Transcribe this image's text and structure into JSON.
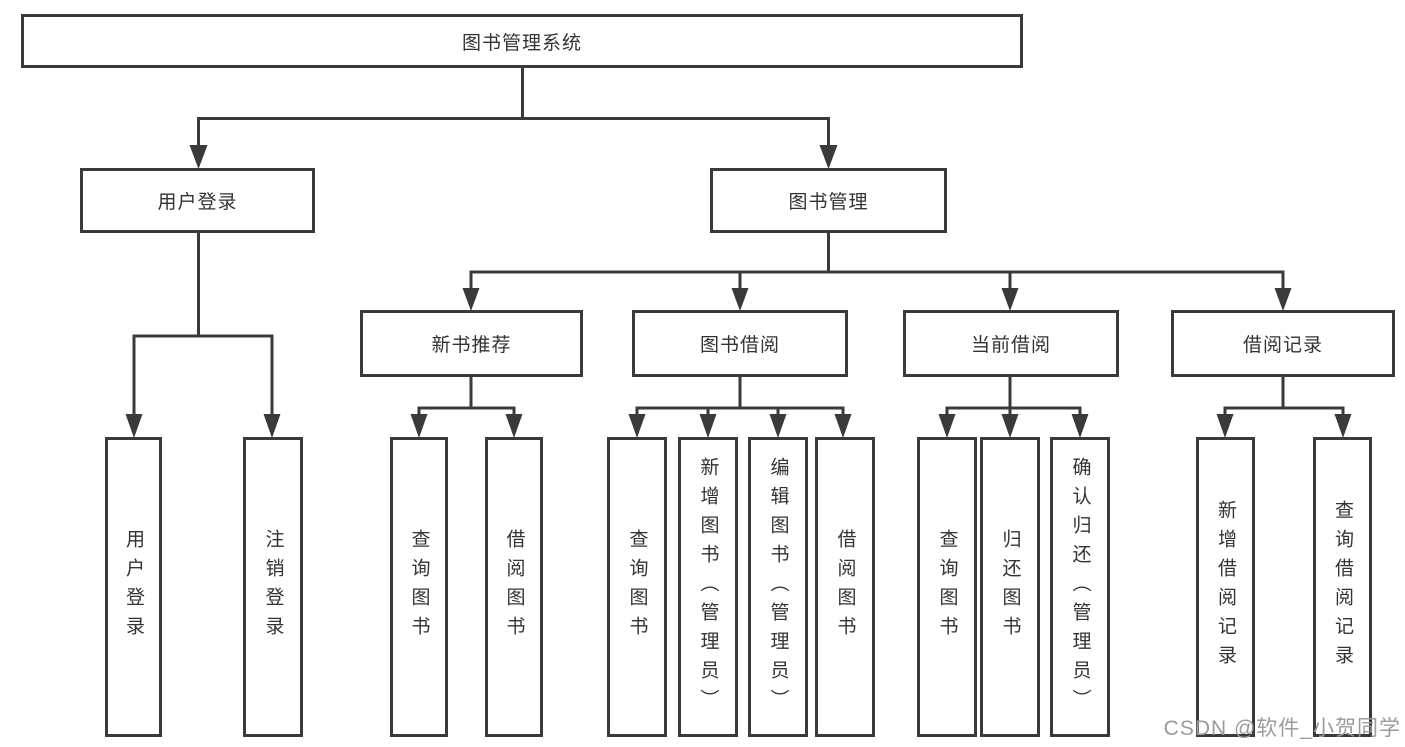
{
  "nodes": {
    "root": {
      "label": "图书管理系统"
    },
    "branches": [
      {
        "label": "用户登录",
        "children": [
          {
            "label": "用户登录"
          },
          {
            "label": "注销登录"
          }
        ]
      },
      {
        "label": "图书管理",
        "children": [
          {
            "label": "新书推荐",
            "children": [
              {
                "label": "查询图书"
              },
              {
                "label": "借阅图书"
              }
            ]
          },
          {
            "label": "图书借阅",
            "children": [
              {
                "label": "查询图书"
              },
              {
                "label": "新增图书（管理员）"
              },
              {
                "label": "编辑图书（管理员）"
              },
              {
                "label": "借阅图书"
              }
            ]
          },
          {
            "label": "当前借阅",
            "children": [
              {
                "label": "查询图书"
              },
              {
                "label": "归还图书"
              },
              {
                "label": "确认归还（管理员）"
              }
            ]
          },
          {
            "label": "借阅记录",
            "children": [
              {
                "label": "新增借阅记录"
              },
              {
                "label": "查询借阅记录"
              }
            ]
          }
        ]
      }
    ]
  },
  "watermark": {
    "text": "CSDN @软件_小贺同学"
  },
  "colors": {
    "line": "#3a3a3a",
    "text": "#333333",
    "watermark": "#9b9b9b",
    "background": "#ffffff"
  }
}
